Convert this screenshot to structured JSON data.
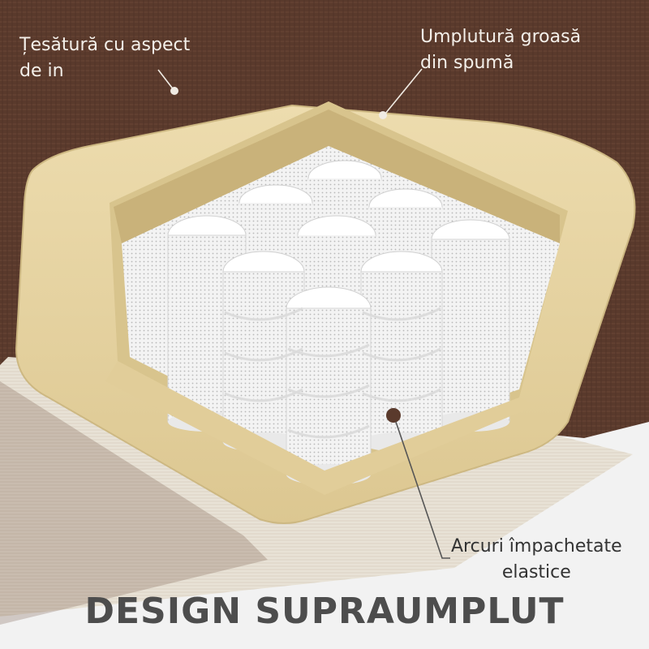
{
  "labels": {
    "fabric": {
      "line1": "Țesătură cu aspect",
      "line2": "de in"
    },
    "foam": {
      "line1": "Umplutură groasă",
      "line2": "din spumă"
    },
    "springs": {
      "line1": "Arcuri împachetate",
      "line2": "elastice"
    }
  },
  "title": "DESIGN SUPRAUMPLUT",
  "colors": {
    "fabric_brown": "#5a3a2c",
    "foam_beige": "#e6d4a4",
    "spring_white": "#f4f4f4",
    "background": "#f2f2f2",
    "title_gray": "#4d4d4d"
  }
}
